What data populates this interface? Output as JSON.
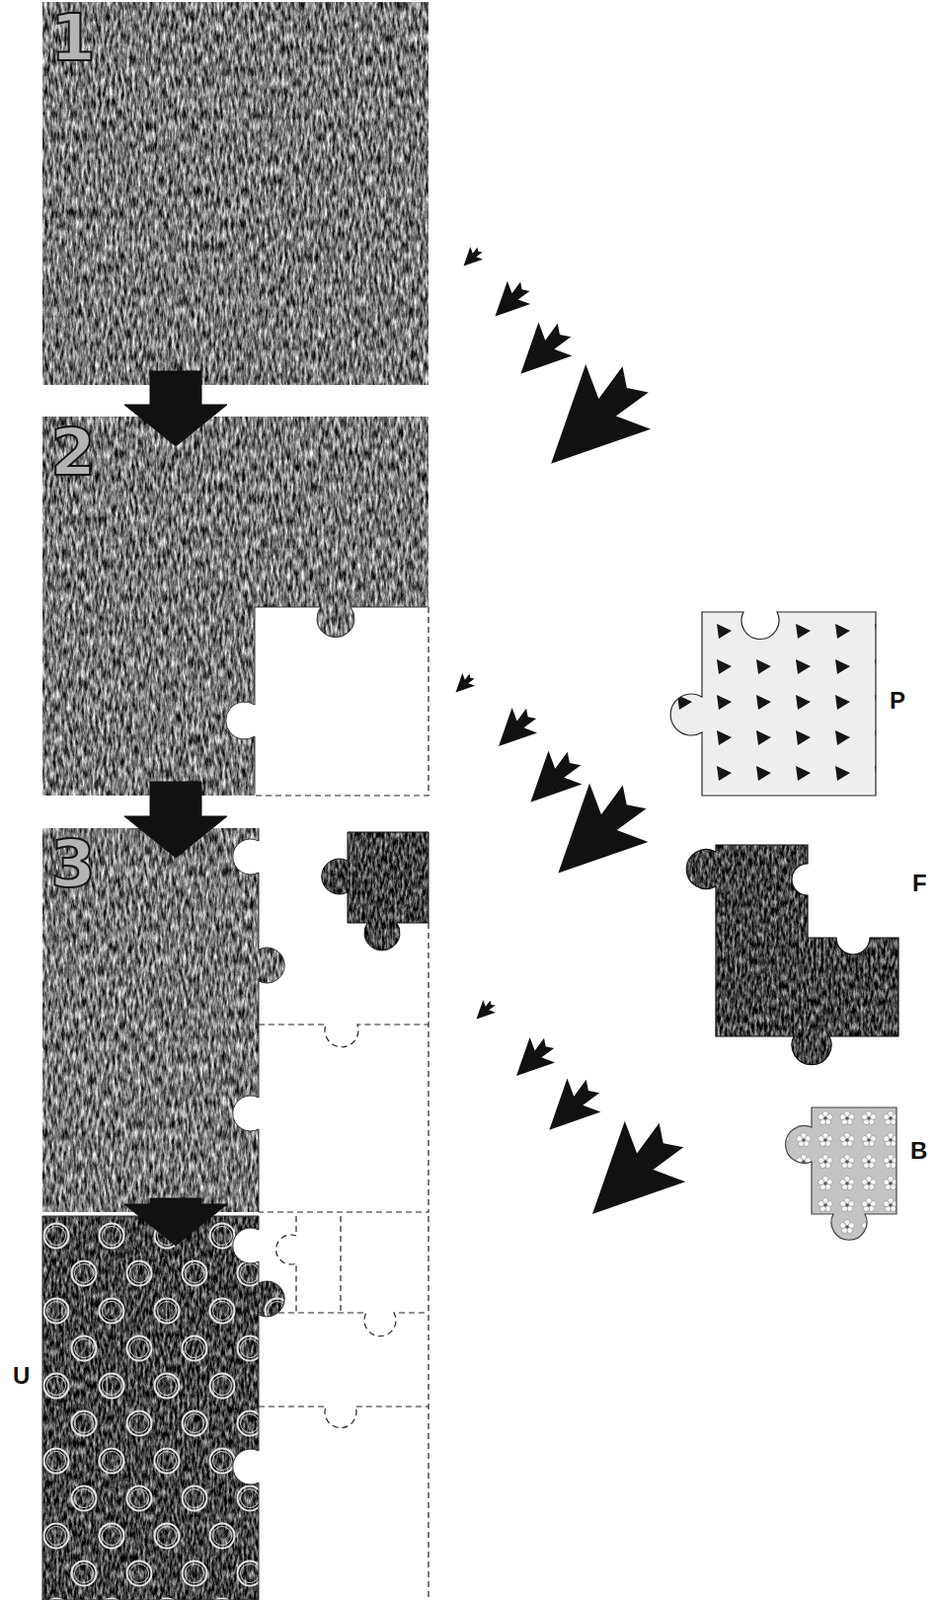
{
  "diagram": {
    "nodes": [
      {
        "text": [
          "1"
        ]
      },
      {
        "text": [
          "2"
        ]
      },
      {
        "text": [
          "3"
        ]
      },
      {
        "text": [
          "U"
        ]
      },
      {
        "text": [
          "P"
        ]
      },
      {
        "text": [
          "F"
        ]
      },
      {
        "text": [
          "B"
        ]
      }
    ],
    "edges": [
      {
        "from": 0,
        "to": 1,
        "arrow": "to"
      },
      {
        "from": 1,
        "to": 2,
        "arrow": "to"
      },
      {
        "from": 2,
        "to": 3,
        "arrow": "to"
      }
    ]
  }
}
